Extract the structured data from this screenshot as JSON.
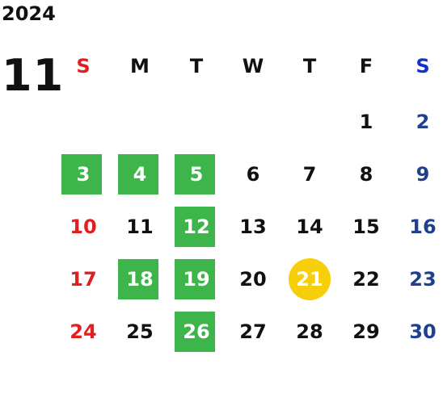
{
  "year": "2024",
  "month": "11",
  "weekdays": [
    "S",
    "M",
    "T",
    "W",
    "T",
    "F",
    "S"
  ],
  "weeks": [
    [
      "",
      "",
      "",
      "",
      "",
      "1",
      "2"
    ],
    [
      "3",
      "4",
      "5",
      "6",
      "7",
      "8",
      "9"
    ],
    [
      "10",
      "11",
      "12",
      "13",
      "14",
      "15",
      "16"
    ],
    [
      "17",
      "18",
      "19",
      "20",
      "21",
      "22",
      "23"
    ],
    [
      "24",
      "25",
      "26",
      "27",
      "28",
      "29",
      "30"
    ]
  ],
  "highlighted_days": [
    "3",
    "4",
    "5",
    "12",
    "18",
    "19",
    "26"
  ],
  "today": "21",
  "colors": {
    "sunday": "#e02020",
    "saturday_header": "#1030d0",
    "saturday": "#1f3f8f",
    "highlight": "#3db54a",
    "today": "#f7cf08"
  }
}
